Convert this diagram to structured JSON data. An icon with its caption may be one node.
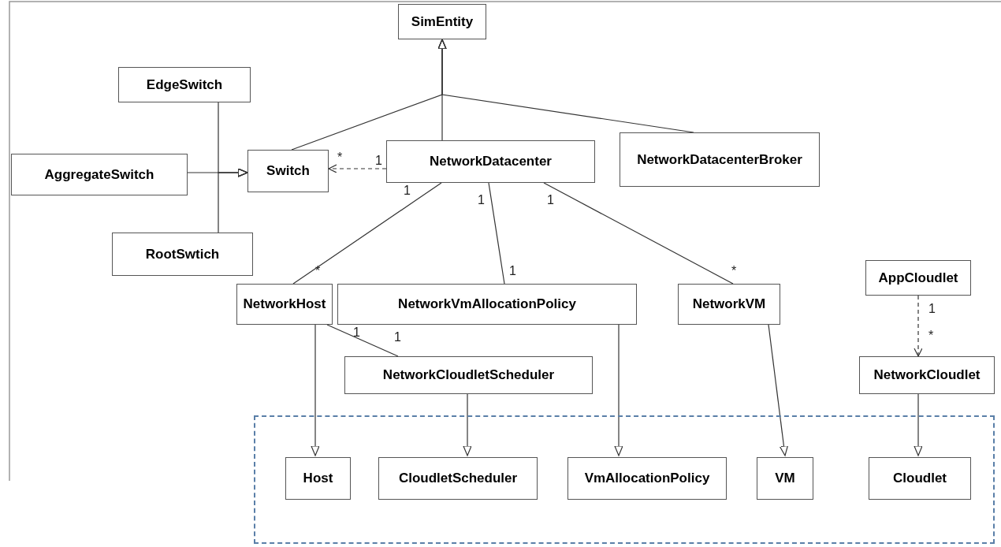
{
  "diagram": {
    "nodes": [
      {
        "text": [
          "SimEntity"
        ]
      },
      {
        "text": [
          "EdgeSwitch"
        ]
      },
      {
        "text": [
          "AggregateSwitch"
        ]
      },
      {
        "text": [
          "Switch"
        ]
      },
      {
        "text": [
          "NetworkDatacenter"
        ]
      },
      {
        "text": [
          "NetworkDatacenterBroker"
        ]
      },
      {
        "text": [
          "RootSwtich"
        ]
      },
      {
        "text": [
          "NetworkHost"
        ]
      },
      {
        "text": [
          "NetworkVmAllocationPolicy"
        ]
      },
      {
        "text": [
          "NetworkVM"
        ]
      },
      {
        "text": [
          "AppCloudlet"
        ]
      },
      {
        "text": [
          "NetworkCloudletScheduler"
        ]
      },
      {
        "text": [
          "NetworkCloudlet"
        ]
      },
      {
        "text": [],
        "shape": "box"
      },
      {
        "text": [
          "Host"
        ],
        "in": 13
      },
      {
        "text": [
          "CloudletScheduler"
        ],
        "in": 13
      },
      {
        "text": [
          "VmAllocationPolicy"
        ],
        "in": 13
      },
      {
        "text": [
          "VM"
        ],
        "in": 13
      },
      {
        "text": [
          "Cloudlet"
        ],
        "in": 13
      }
    ],
    "edges": [
      {
        "from": 3,
        "to": 0,
        "arrow": "to"
      },
      {
        "from": 4,
        "to": 0,
        "arrow": "to"
      },
      {
        "from": 5,
        "to": 0,
        "arrow": "to"
      },
      {
        "from": 1,
        "to": 3,
        "arrow": "to"
      },
      {
        "from": 2,
        "to": 3,
        "arrow": "to"
      },
      {
        "from": 6,
        "to": 3,
        "arrow": "to"
      },
      {
        "from": 4,
        "to": 3,
        "arrow": "to",
        "style": "dashed"
      },
      {
        "from": 4,
        "to": 7,
        "arrow": "none"
      },
      {
        "from": 4,
        "to": 8,
        "arrow": "none"
      },
      {
        "from": 4,
        "to": 9,
        "arrow": "none"
      },
      {
        "from": 7,
        "to": 11,
        "arrow": "none"
      },
      {
        "from": 7,
        "to": 14,
        "arrow": "to"
      },
      {
        "from": 11,
        "to": 15,
        "arrow": "to"
      },
      {
        "from": 8,
        "to": 16,
        "arrow": "to"
      },
      {
        "from": 9,
        "to": 17,
        "arrow": "to"
      },
      {
        "from": 12,
        "to": 18,
        "arrow": "to"
      },
      {
        "from": 10,
        "to": 12,
        "arrow": "to",
        "style": "dashed"
      }
    ],
    "labels": [
      "*",
      "1",
      "1",
      "1",
      "1",
      "*",
      "1",
      "*",
      "1",
      "1",
      "1",
      "*"
    ]
  }
}
